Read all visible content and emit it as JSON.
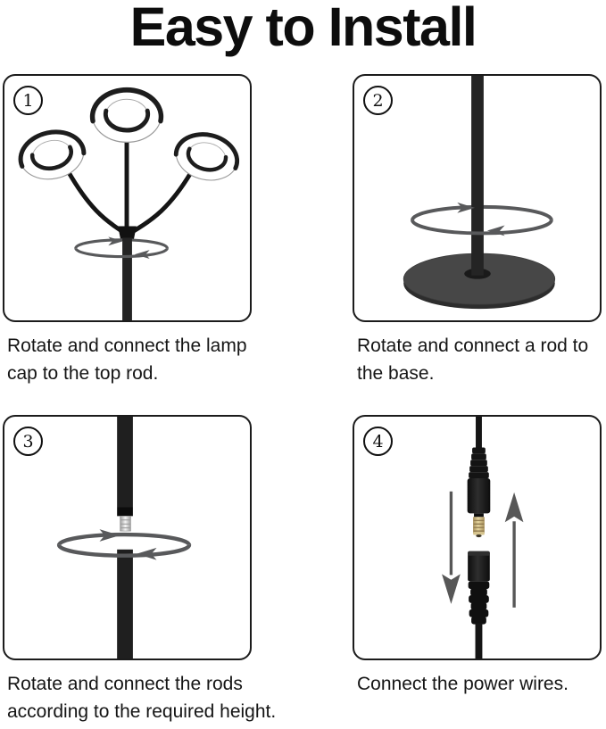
{
  "title": "Easy to Install",
  "colors": {
    "background": "#ffffff",
    "text": "#151515",
    "panel_border": "#1b1b1b",
    "lamp_dark": "#1d1d1d",
    "arrow_gray": "#58595b",
    "base_gray": "#474747",
    "silver_thread": "#d9d9d9",
    "plug_gold": "#d8c693"
  },
  "steps": [
    {
      "number": "1",
      "illustration": "three-ring-lights-rotating-onto-top-rod",
      "caption_lines": [
        "Rotate and connect the lamp",
        "cap to the top rod."
      ]
    },
    {
      "number": "2",
      "illustration": "rod-rotating-into-round-base",
      "caption_lines": [
        "Rotate and connect a rod to",
        "the base."
      ]
    },
    {
      "number": "3",
      "illustration": "two-rods-screwing-together",
      "caption_lines": [
        "Rotate and connect the rods",
        "according to the required height."
      ]
    },
    {
      "number": "4",
      "illustration": "dc-power-plugs-joining",
      "caption_lines": [
        "Connect the power wires."
      ]
    }
  ]
}
